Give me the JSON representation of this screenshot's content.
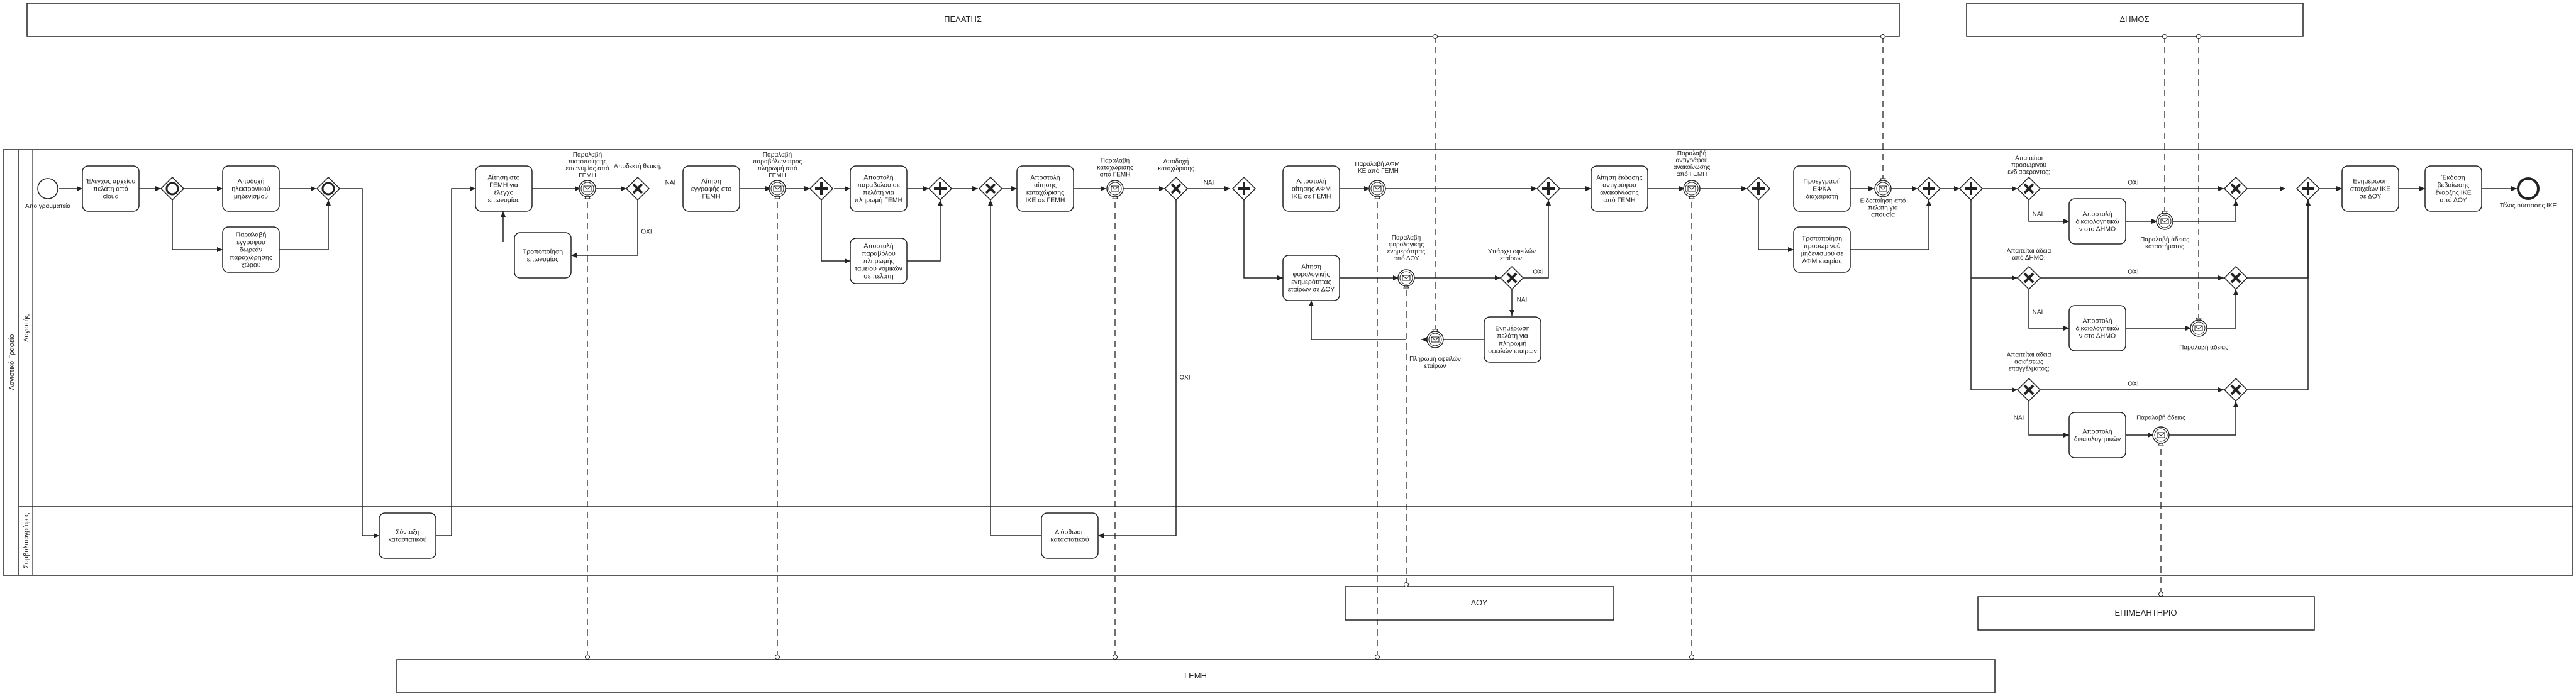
{
  "pools": {
    "pelatis": "ΠΕΛΑΤΗΣ",
    "dimos": "ΔΗΜΟΣ",
    "doy": "ΔΟΥ",
    "epimelitirio": "ΕΠΙΜΕΛΗΤΗΡΙΟ",
    "gemi": "ΓΕΜΗ",
    "main": "Λογιστικό Γραφείο"
  },
  "lanes": {
    "logistis": "Λογιστής",
    "symvolaiografos": "Συμβολαιογράφος"
  },
  "events": {
    "start": "Απο γραμματεία",
    "end": "Τέλος σύστασης ΙΚΕ"
  },
  "tasks": {
    "t1": [
      "Έλεγχος αρχείου",
      "πελάτη από",
      "cloud"
    ],
    "t2": [
      "Αποδοχή",
      "ηλεκτρονικού",
      "μηδενισμού"
    ],
    "t3": [
      "Παραλαβή",
      "εγγράφου",
      "δωρεάν",
      "παραχώρησης",
      "χώρου"
    ],
    "t4": [
      "Σύνταξη",
      "καταστατικού"
    ],
    "t5": [
      "Αίτηση στο",
      "ΓΕΜΗ για",
      "έλεγχο",
      "επωνυμίας"
    ],
    "t6": [
      "Τροποποίηση",
      "επωνυμίας"
    ],
    "t7": [
      "Αίτηση",
      "εγγραφής στο",
      "ΓΕΜΗ"
    ],
    "t8": [
      "Αποστολή",
      "παραβόλου σε",
      "πελάτη για",
      "πληρωμή ΓΕΜΗ"
    ],
    "t9": [
      "Αποστολή",
      "παραβόλου",
      "πληρωμής",
      "ταμείου νομικών",
      "σε πελάτη"
    ],
    "t10": [
      "Αποστολή",
      "αίτησης",
      "καταχώρισης",
      "ΙΚΕ σε ΓΕΜΗ"
    ],
    "t11": [
      "Διόρθωση",
      "καταστατικού"
    ],
    "t12": [
      "Αποστολή",
      "αίτησης ΑΦΜ",
      "ΙΚΕ σε ΓΕΜΗ"
    ],
    "t13": [
      "Αίτηση",
      "φορολογικής",
      "ενημερότητας",
      "εταίρων σε ΔΟΥ"
    ],
    "t14": [
      "Ενημέρωση",
      "πελάτη για",
      "πληρωμή",
      "οφειλών εταίρων"
    ],
    "t15": [
      "Αίτηση έκδοσης",
      "αντιγράφου",
      "ανακοίνωσης",
      "από ΓΕΜΗ"
    ],
    "t16": [
      "Προεγγραφή",
      "ΕΦΚΑ",
      "διαχειριστή"
    ],
    "t17": [
      "Τροποποίηση",
      "προσωρινού",
      "μηδενισμού σε",
      "ΑΦΜ εταιρίας"
    ],
    "t18": [
      "Αποστολή",
      "δικαιολογητικώ",
      "ν στο ΔΗΜΟ"
    ],
    "t19": [
      "Αποστολή",
      "δικαιολογητικώ",
      "ν στο ΔΗΜΟ"
    ],
    "t20": [
      "Αποστολή",
      "δικαιολογητικών"
    ],
    "t21": [
      "Ενημέρωση",
      "στοιχείων ΙΚΕ",
      "σε ΔΟΥ"
    ],
    "t22": [
      "Έκδοση",
      "βεβαίωσης",
      "έναρξης ΙΚΕ",
      "από ΔΟΥ"
    ]
  },
  "labels": {
    "m1": [
      "Παραλαβή",
      "πιστοποίησης",
      "επωνυμίας από",
      "ΓΕΜΗ"
    ],
    "g1": "Αποδεκτή θετική;",
    "no1": "ΟΧΙ",
    "yes1": "ΝΑΙ",
    "m2": [
      "Παραλαβή",
      "παραβόλων προς",
      "πληρωμή από",
      "ΓΕΜΗ"
    ],
    "m3": [
      "Παραλαβή",
      "καταχώρισης",
      "από ΓΕΜΗ"
    ],
    "g2": [
      "Αποδοχή",
      "καταχώρισης"
    ],
    "yes2": "ΝΑΙ",
    "no2": "ΟΧΙ",
    "m4": [
      "Παραλαβή ΑΦΜ",
      "ΙΚΕ από ΓΕΜΗ"
    ],
    "m5": [
      "Παραλαβή",
      "φορολογικής",
      "ενημερότητας",
      "από ΔΟΥ"
    ],
    "m6": [
      "Πληρωμή οφειλών",
      "εταίρων"
    ],
    "g3": [
      "Υπάρχει οφειλών",
      "εταίρων;"
    ],
    "yes3": "ΟΧΙ",
    "no3": "ΝΑΙ",
    "m7": [
      "Παραλαβή",
      "αντιγράφου",
      "ανακοίνωσης",
      "από ΓΕΜΗ"
    ],
    "m8": [
      "Ειδοποίηση από",
      "πελάτη για",
      "απουσία"
    ],
    "g4": [
      "Απαιτείται",
      "προσωρινού",
      "ενδιαφέροντος;"
    ],
    "g4yes": "ΝΑΙ",
    "g4no": "ΟΧΙ",
    "m9": [
      "Παραλαβή άδειας",
      "καταστήματος"
    ],
    "g5": [
      "Απαιτείται άδεια",
      "από ΔΗΜΟ;"
    ],
    "g5yes": "ΝΑΙ",
    "g5no": "ΟΧΙ",
    "m10": "Παραλαβή άδειας",
    "g6": [
      "Απαιτείται άδεια",
      "ασκήσεως",
      "επαγγέλματος;"
    ],
    "g6yes": "ΝΑΙ",
    "g6no": "ΟΧΙ",
    "m11": "Παραλαβή άδειας"
  },
  "colors": {
    "stroke": "#222222",
    "fill": "#ffffff"
  }
}
